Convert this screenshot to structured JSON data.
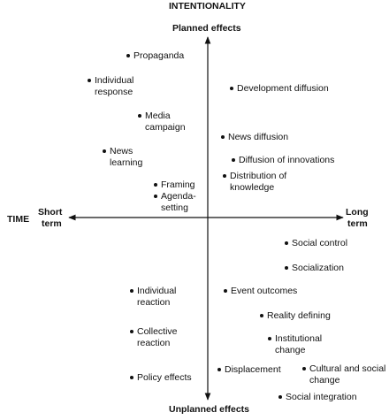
{
  "header": "INTENTIONALITY",
  "axis_labels": {
    "top": "Planned effects",
    "bottom": "Unplanned effects",
    "left_title": "TIME",
    "left_line1": "Short",
    "left_line2": "term",
    "right_line1": "Long",
    "right_line2": "term"
  },
  "items": [
    {
      "lines": [
        "Propaganda"
      ]
    },
    {
      "lines": [
        "Individual",
        "response"
      ]
    },
    {
      "lines": [
        "Development diffusion"
      ]
    },
    {
      "lines": [
        "Media",
        "campaign"
      ]
    },
    {
      "lines": [
        "News diffusion"
      ]
    },
    {
      "lines": [
        "News",
        "learning"
      ]
    },
    {
      "lines": [
        "Diffusion of innovations"
      ]
    },
    {
      "lines": [
        "Distribution of",
        "knowledge"
      ]
    },
    {
      "lines": [
        "Framing"
      ]
    },
    {
      "lines": [
        "Agenda-",
        "setting"
      ]
    },
    {
      "lines": [
        "Social control"
      ]
    },
    {
      "lines": [
        "Socialization"
      ]
    },
    {
      "lines": [
        "Individual",
        "reaction"
      ]
    },
    {
      "lines": [
        "Event outcomes"
      ]
    },
    {
      "lines": [
        "Reality defining"
      ]
    },
    {
      "lines": [
        "Collective",
        "reaction"
      ]
    },
    {
      "lines": [
        "Institutional",
        "change"
      ]
    },
    {
      "lines": [
        "Displacement"
      ]
    },
    {
      "lines": [
        "Cultural and social",
        "change"
      ]
    },
    {
      "lines": [
        "Policy effects"
      ]
    },
    {
      "lines": [
        "Social integration"
      ]
    }
  ]
}
